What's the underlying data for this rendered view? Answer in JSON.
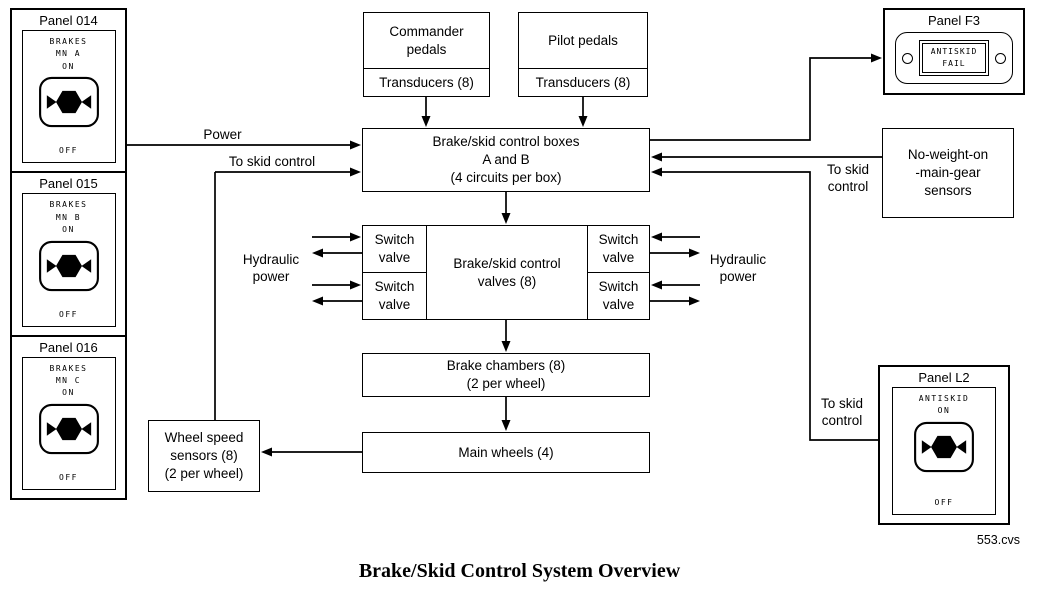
{
  "title": "Brake/Skid Control System Overview",
  "file_ref": "553.cvs",
  "left_panels": [
    {
      "title": "Panel 014",
      "label": "BRAKES\nMN A\nON",
      "off": "OFF"
    },
    {
      "title": "Panel 015",
      "label": "BRAKES\nMN B\nON",
      "off": "OFF"
    },
    {
      "title": "Panel 016",
      "label": "BRAKES\nMN C\nON",
      "off": "OFF"
    }
  ],
  "pedals": {
    "commander": {
      "name": "Commander\npedals",
      "sub": "Transducers (8)"
    },
    "pilot": {
      "name": "Pilot pedals",
      "sub": "Transducers (8)"
    }
  },
  "control_boxes": {
    "label": "Brake/skid control boxes\nA and B\n(4 circuits per box)"
  },
  "valves": {
    "switch_valve": "Switch\nvalve",
    "center": "Brake/skid control\nvalves (8)"
  },
  "brake_chambers": {
    "label": "Brake chambers (8)\n(2 per wheel)"
  },
  "main_wheels": {
    "label": "Main wheels (4)"
  },
  "wheel_speed_sensors": {
    "label": "Wheel speed\nsensors (8)\n(2 per wheel)"
  },
  "no_weight_sensors": {
    "label": "No-weight-on\n-main-gear\nsensors"
  },
  "panel_f3": {
    "title": "Panel F3",
    "indicator": "ANTISKID\nFAIL"
  },
  "panel_l2": {
    "title": "Panel L2",
    "label": "ANTISKID\nON",
    "off": "OFF"
  },
  "flow_labels": {
    "power": "Power",
    "to_skid_control_left": "To skid control",
    "hydraulic_left": "Hydraulic\npower",
    "hydraulic_right": "Hydraulic\npower",
    "to_skid_control_upper_right": "To skid\ncontrol",
    "to_skid_control_lower_right": "To skid\ncontrol"
  },
  "colors": {
    "line": "#000000",
    "background": "#ffffff"
  }
}
